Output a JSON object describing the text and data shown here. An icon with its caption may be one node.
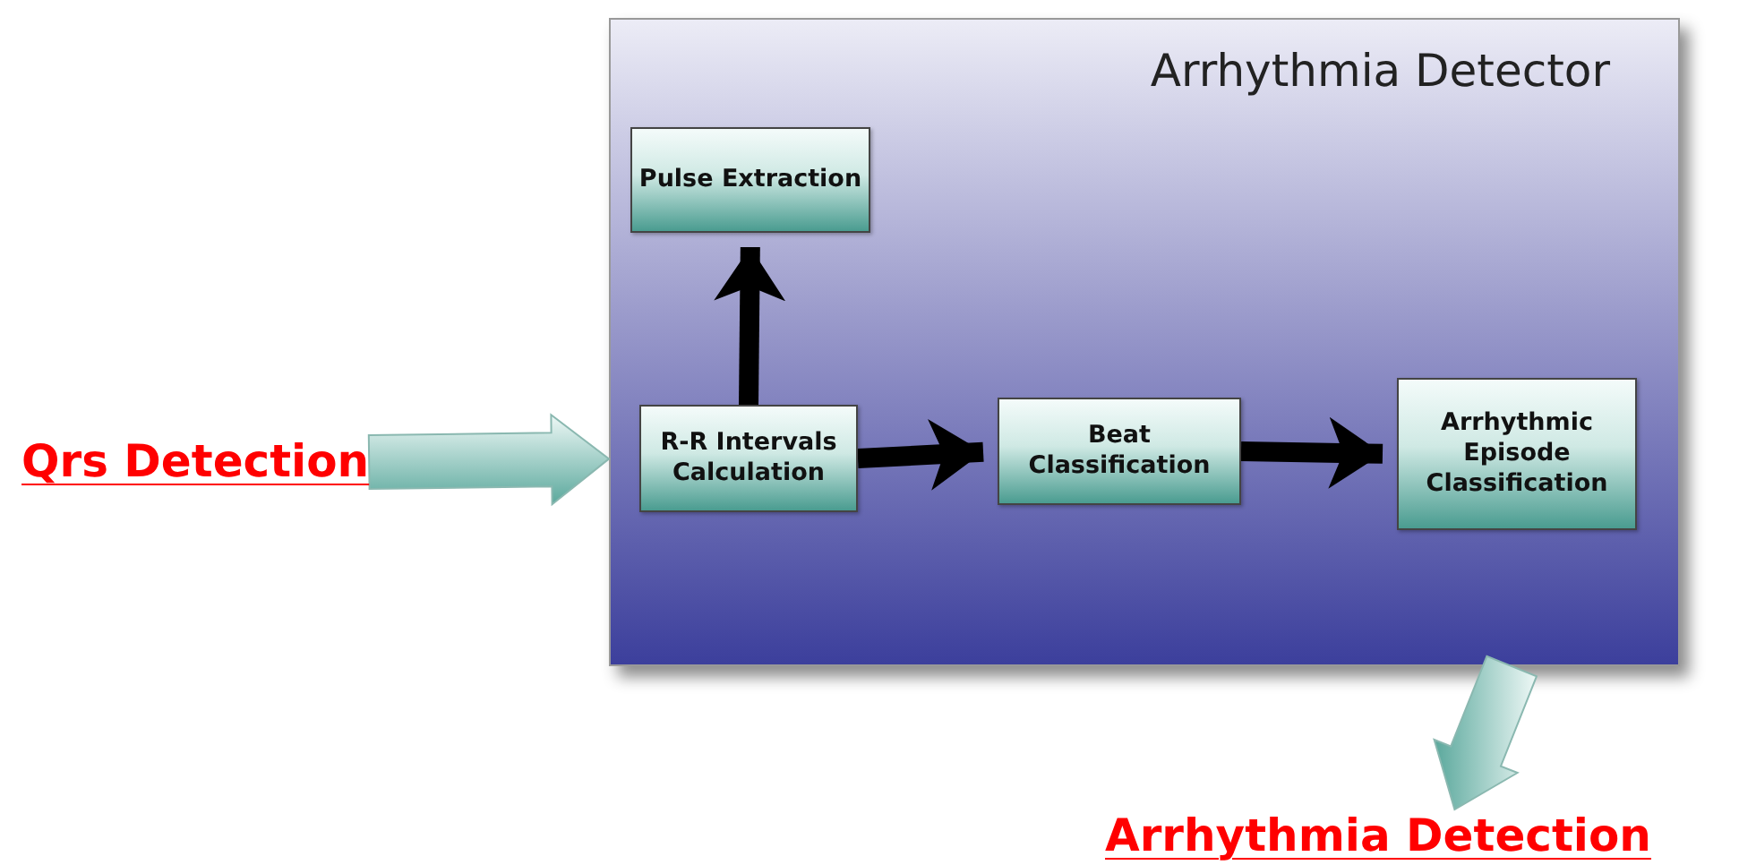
{
  "diagram": {
    "nodes": [
      {
        "text": [
          "Qrs Detection"
        ]
      },
      {
        "text": [
          "Arrhythmia Detector"
        ]
      },
      {
        "text": [
          "Pulse Extraction"
        ],
        "in": 1
      },
      {
        "text": [
          "R-R Intervals Calculation"
        ],
        "in": 1
      },
      {
        "text": [
          "Beat Classification"
        ],
        "in": 1
      },
      {
        "text": [
          "Arrhythmic Episode Classification"
        ],
        "in": 1
      },
      {
        "text": [
          "Arrhythmia Detection"
        ]
      }
    ],
    "edges": [
      {
        "from": 0,
        "to": 1,
        "arrow": "to",
        "color": "#5aa89c"
      },
      {
        "from": 3,
        "to": 2,
        "arrow": "to"
      },
      {
        "from": 3,
        "to": 4,
        "arrow": "to"
      },
      {
        "from": 4,
        "to": 5,
        "arrow": "to"
      },
      {
        "from": 1,
        "to": 6,
        "arrow": "to",
        "color": "#5aa89c"
      }
    ]
  }
}
